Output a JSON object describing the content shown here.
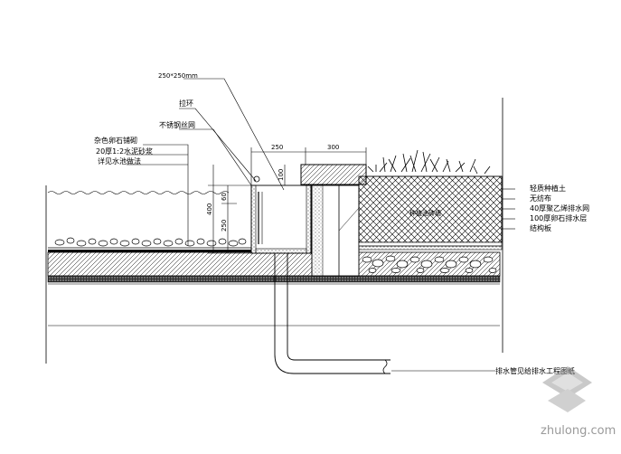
{
  "labels": {
    "top_size": "250*250mm",
    "handle": "拉环",
    "stainless_grate": "不锈钢丝网",
    "gravel_layer": "杂色卵石铺砌",
    "mortar_layer": "20厚1:2水泥砂浆",
    "waterproof_ref": "详见水池做法",
    "soil_mix": "轻质种植土",
    "filter_cloth": "无纺布",
    "drain_layer": "40厚聚乙烯排水网",
    "gravel_drain": "100厚卵石排水层",
    "structure": "结构板",
    "pipe_note": "排水管见给排水工程图纸",
    "wall_fill": "种植池砖墙"
  },
  "dimensions": {
    "d250": "250",
    "d300": "300",
    "d100": "100",
    "d400": "400",
    "d60": "60",
    "d250v": "250"
  },
  "watermark": {
    "text": "zhulong.com"
  }
}
